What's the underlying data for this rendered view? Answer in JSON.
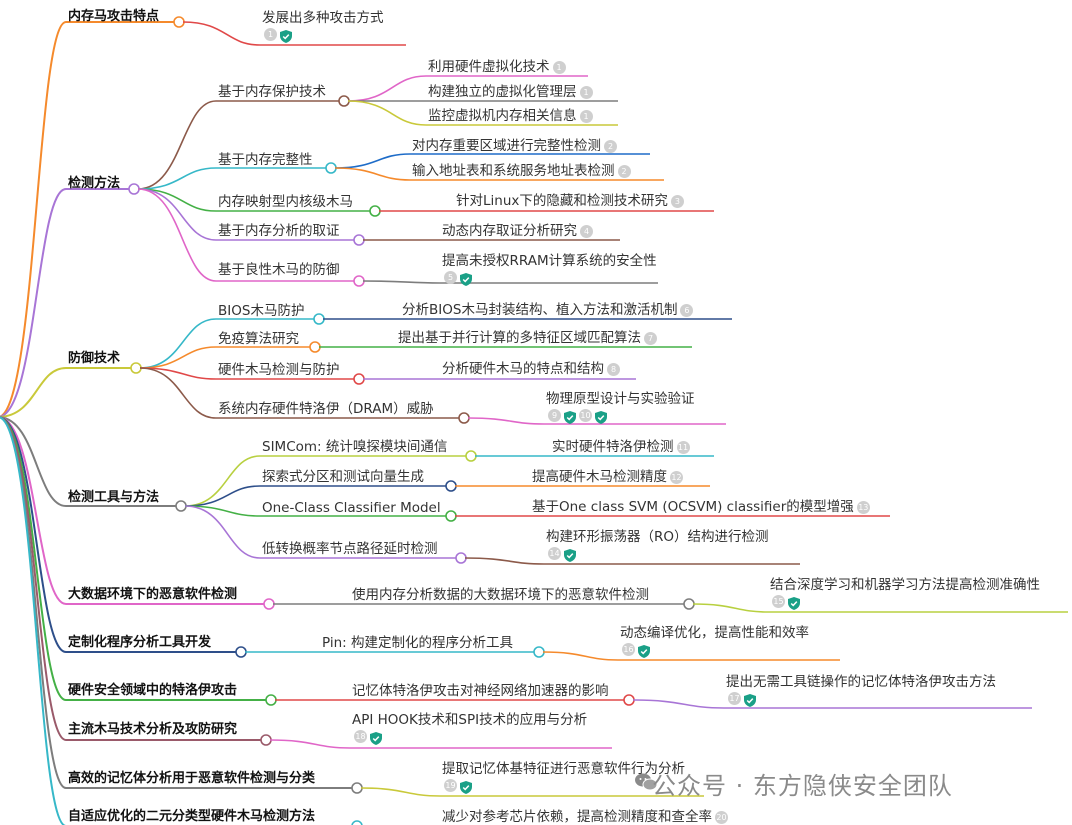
{
  "colors": {
    "orange": "#f58a2c",
    "brown": "#8c5a4a",
    "purple": "#a875d6",
    "olive": "#c9c93a",
    "gray": "#7d7d7d",
    "pink": "#e066c8",
    "navy": "#2e4f8a",
    "green": "#44b046",
    "maroon": "#9a5a6a",
    "teal": "#36b8c8",
    "red": "#e04848",
    "blue": "#1e6cc8",
    "yellow": "#e0c828",
    "lime": "#b8d040"
  },
  "nodes": [
    {
      "id": "n1",
      "text": "内存马攻击特点",
      "bold": true
    },
    {
      "id": "n1a",
      "text": "发展出多种攻击方式",
      "badges": [
        "1"
      ],
      "shield": true
    },
    {
      "id": "n2",
      "text": "检测方法",
      "bold": true
    },
    {
      "id": "n2a",
      "text": "基于内存保护技术"
    },
    {
      "id": "n2a1",
      "text": "利用硬件虚拟化技术",
      "badges": [
        "1"
      ]
    },
    {
      "id": "n2a2",
      "text": "构建独立的虚拟化管理层",
      "badges": [
        "1"
      ]
    },
    {
      "id": "n2a3",
      "text": "监控虚拟机内存相关信息",
      "badges": [
        "1"
      ]
    },
    {
      "id": "n2b",
      "text": "基于内存完整性"
    },
    {
      "id": "n2b1",
      "text": "对内存重要区域进行完整性检测",
      "badges": [
        "2"
      ]
    },
    {
      "id": "n2b2",
      "text": "输入地址表和系统服务地址表检测",
      "badges": [
        "2"
      ]
    },
    {
      "id": "n2c",
      "text": "内存映射型内核级木马"
    },
    {
      "id": "n2c1",
      "text": "针对Linux下的隐藏和检测技术研究",
      "badges": [
        "3"
      ]
    },
    {
      "id": "n2d",
      "text": "基于内存分析的取证"
    },
    {
      "id": "n2d1",
      "text": "动态内存取证分析研究",
      "badges": [
        "4"
      ]
    },
    {
      "id": "n2e",
      "text": "基于良性木马的防御"
    },
    {
      "id": "n2e1",
      "text": "提高未授权RRAM计算系统的安全性",
      "badges": [
        "5"
      ],
      "shield": true
    },
    {
      "id": "n3",
      "text": "防御技术",
      "bold": true
    },
    {
      "id": "n3a",
      "text": "BIOS木马防护"
    },
    {
      "id": "n3a1",
      "text": "分析BIOS木马封装结构、植入方法和激活机制",
      "badges": [
        "6"
      ]
    },
    {
      "id": "n3b",
      "text": "免疫算法研究"
    },
    {
      "id": "n3b1",
      "text": "提出基于并行计算的多特征区域匹配算法",
      "badges": [
        "7"
      ]
    },
    {
      "id": "n3c",
      "text": "硬件木马检测与防护"
    },
    {
      "id": "n3c1",
      "text": "分析硬件木马的特点和结构",
      "badges": [
        "8"
      ]
    },
    {
      "id": "n3d",
      "text": "系统内存硬件特洛伊（DRAM）威胁"
    },
    {
      "id": "n3d1",
      "text": "物理原型设计与实验验证",
      "badges": [
        "9",
        "10"
      ],
      "shield": true
    },
    {
      "id": "n4",
      "text": "检测工具与方法",
      "bold": true
    },
    {
      "id": "n4a",
      "text": "SIMCom: 统计嗅探模块间通信"
    },
    {
      "id": "n4a1",
      "text": "实时硬件特洛伊检测",
      "badges": [
        "11"
      ]
    },
    {
      "id": "n4b",
      "text": "探索式分区和测试向量生成"
    },
    {
      "id": "n4b1",
      "text": "提高硬件木马检测精度",
      "badges": [
        "12"
      ]
    },
    {
      "id": "n4c",
      "text": "One-Class Classifier Model"
    },
    {
      "id": "n4c1",
      "text": "基于One class SVM (OCSVM) classifier的模型增强",
      "badges": [
        "13"
      ]
    },
    {
      "id": "n4d",
      "text": "低转换概率节点路径延时检测"
    },
    {
      "id": "n4d1",
      "text": "构建环形振荡器（RO）结构进行检测",
      "badges": [
        "14"
      ],
      "shield": true
    },
    {
      "id": "n5",
      "text": "大数据环境下的恶意软件检测",
      "bold": true
    },
    {
      "id": "n5a",
      "text": "使用内存分析数据的大数据环境下的恶意软件检测"
    },
    {
      "id": "n5a1",
      "text": "结合深度学习和机器学习方法提高检测准确性",
      "badges": [
        "15"
      ],
      "shield": true
    },
    {
      "id": "n6",
      "text": "定制化程序分析工具开发",
      "bold": true
    },
    {
      "id": "n6a",
      "text": "Pin: 构建定制化的程序分析工具"
    },
    {
      "id": "n6a1",
      "text": "动态编译优化，提高性能和效率",
      "badges": [
        "16"
      ],
      "shield": true
    },
    {
      "id": "n7",
      "text": "硬件安全领域中的特洛伊攻击",
      "bold": true
    },
    {
      "id": "n7a",
      "text": "记忆体特洛伊攻击对神经网络加速器的影响"
    },
    {
      "id": "n7a1",
      "text": "提出无需工具链操作的记忆体特洛伊攻击方法",
      "badges": [
        "17"
      ],
      "shield": true
    },
    {
      "id": "n8",
      "text": "主流木马技术分析及攻防研究",
      "bold": true
    },
    {
      "id": "n8a",
      "text": "API HOOK技术和SPI技术的应用与分析",
      "badges": [
        "18"
      ],
      "shield": true
    },
    {
      "id": "n9",
      "text": "高效的记忆体分析用于恶意软件检测与分类",
      "bold": true
    },
    {
      "id": "n9a",
      "text": "提取记忆体基特征进行恶意软件行为分析",
      "badges": [
        "19"
      ],
      "shield": true
    },
    {
      "id": "n10",
      "text": "自适应优化的二元分类型硬件木马检测方法",
      "bold": true
    },
    {
      "id": "n10a",
      "text": "减少对参考芯片依赖，提高检测精度和查全率",
      "badges": [
        "20"
      ]
    }
  ],
  "watermark": {
    "text": "公众号 · 东方隐侠安全团队"
  }
}
